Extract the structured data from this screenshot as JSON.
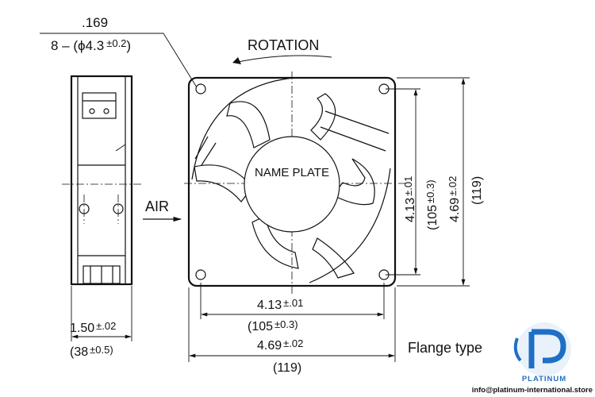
{
  "hole_note": {
    "depth": ".169",
    "spec_prefix": "8 – (",
    "phi": "ϕ",
    "spec_value": "4.3",
    "spec_tol": "±0.2",
    "spec_suffix": ")"
  },
  "rotation_label": "ROTATION",
  "air_label": "AIR",
  "name_plate_label": "NAME PLATE",
  "bottom_dims": [
    {
      "value": "4.13",
      "tol": "±.01"
    },
    {
      "value": "(105",
      "tol": "±0.3)"
    },
    {
      "value": "4.69",
      "tol": "±.02"
    },
    {
      "value": "(119)",
      "tol": ""
    }
  ],
  "side_dims": [
    {
      "value": "4.13",
      "tol": "±.01"
    },
    {
      "value": "(105",
      "tol": "±0.3)"
    },
    {
      "value": "4.69",
      "tol": "±.02"
    },
    {
      "value": "(119)",
      "tol": ""
    }
  ],
  "depth_dims": [
    {
      "value": "1.50",
      "tol": "±.02"
    },
    {
      "value": "(38",
      "tol": "±0.5)"
    }
  ],
  "flange_label": "Flange type",
  "brand": {
    "name": "PLATINUM",
    "email": "info@platinum-international.store",
    "color": "#1f6fc5"
  }
}
